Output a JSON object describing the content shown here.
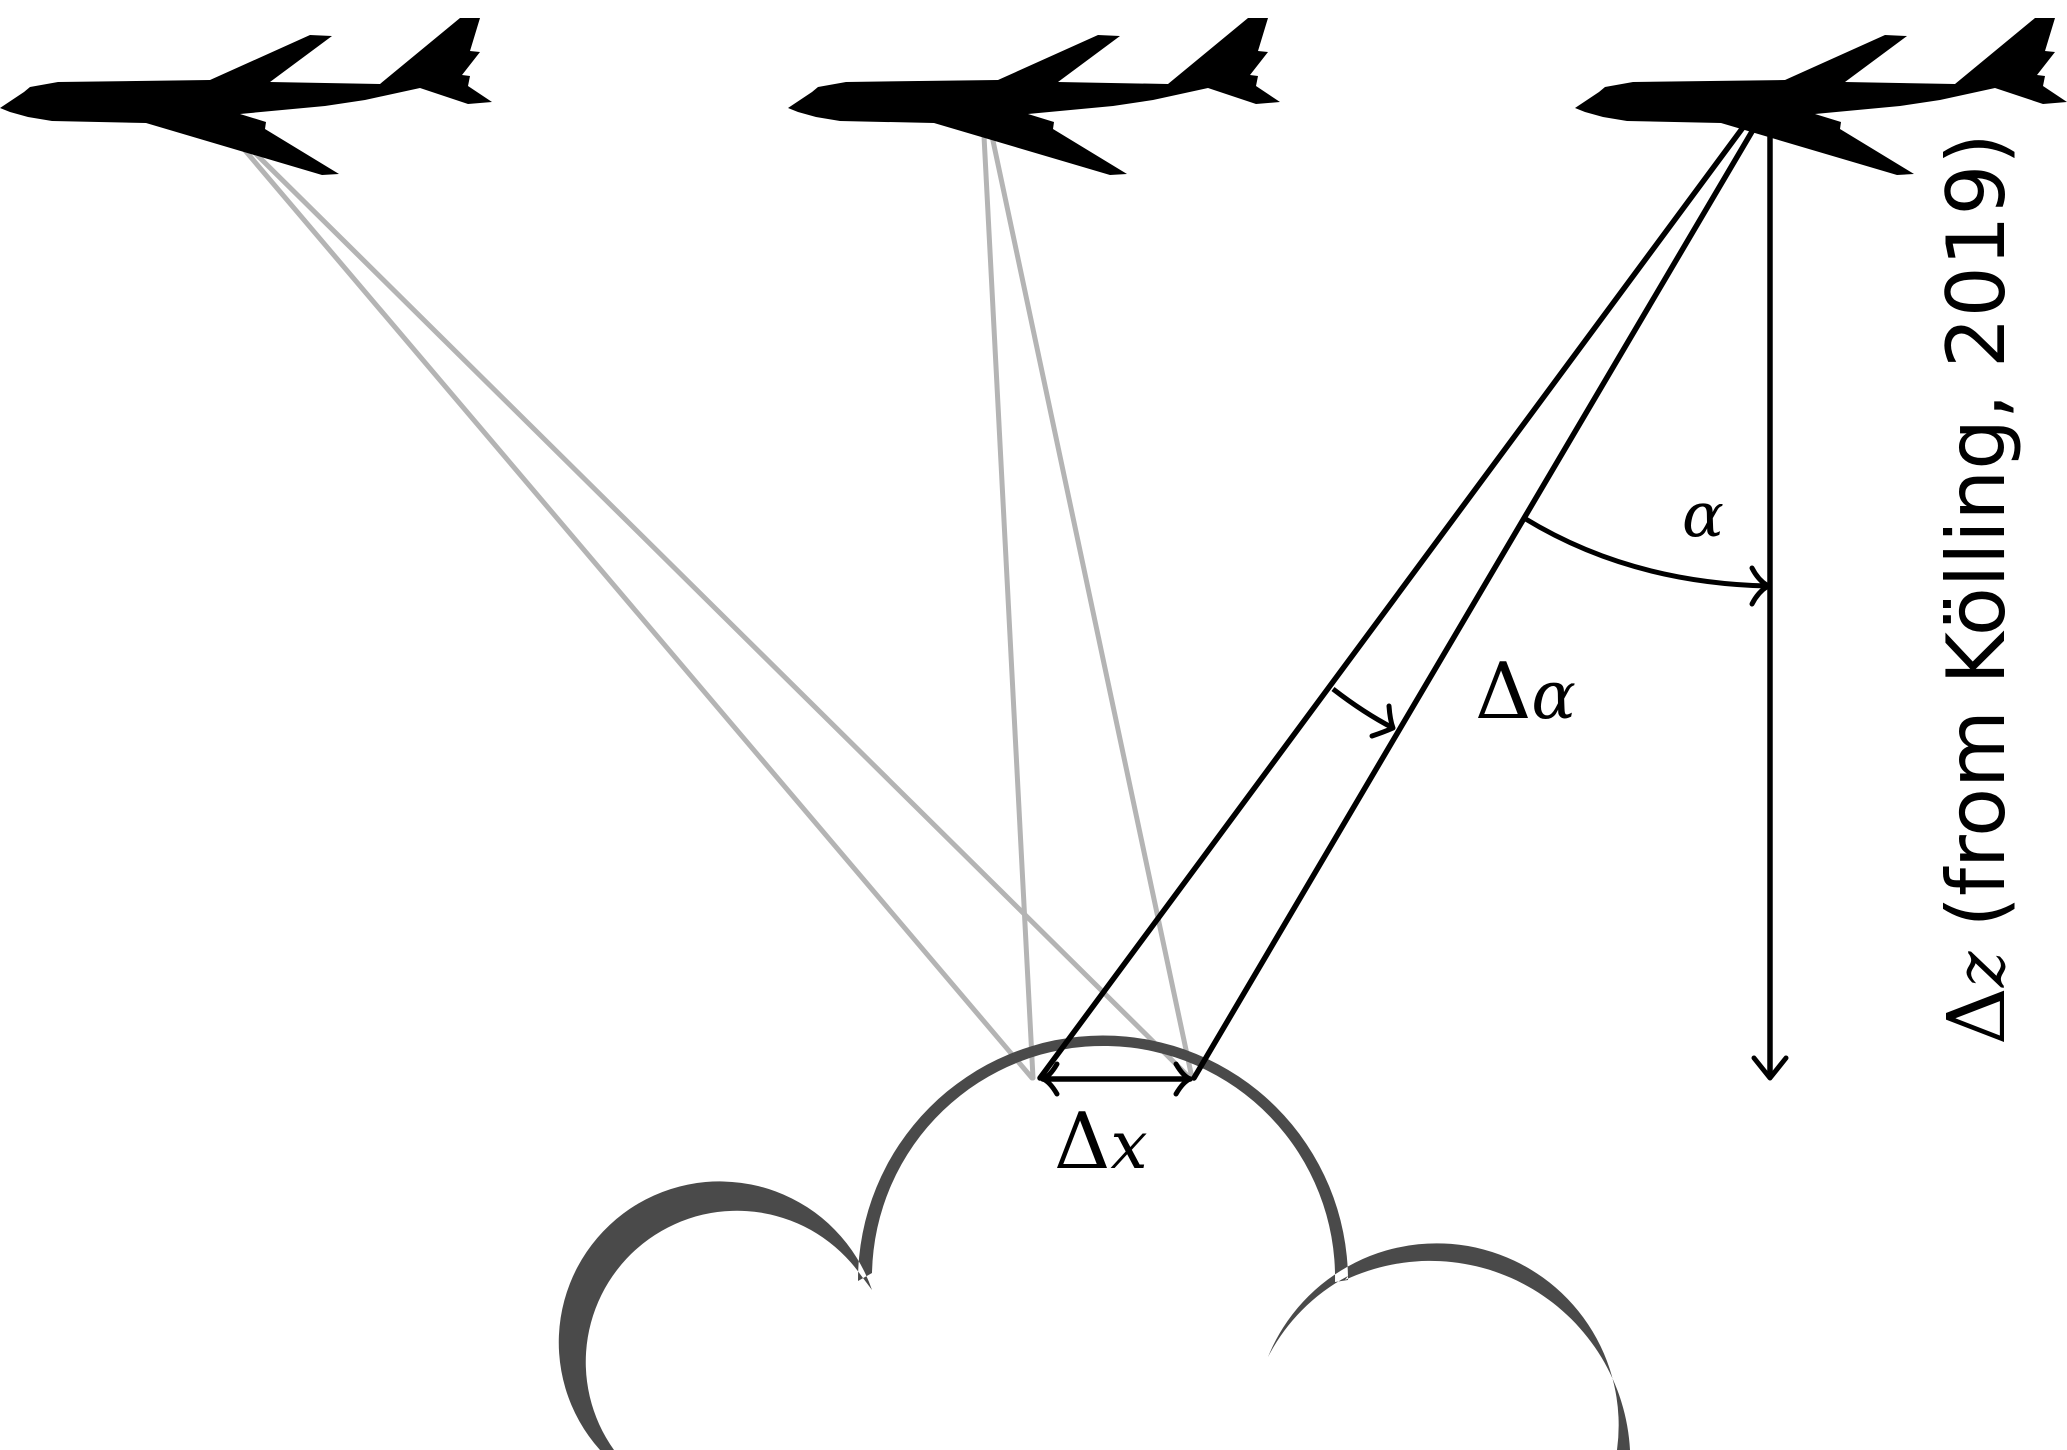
{
  "labels": {
    "alpha": "α",
    "delta_alpha_symbol": "Δ",
    "delta_alpha_var": "α",
    "delta_x_symbol": "Δ",
    "delta_x_var": "x",
    "delta_z_symbol": "Δ",
    "delta_z_var": "z",
    "delta_z_source": "(from Kölling, 2019)"
  },
  "icons": {
    "aircraft": "airplane-silhouette-icon",
    "cloud": "cloud-outline-icon"
  },
  "colors": {
    "line_of_sight_other": "#b4b4b4",
    "line_of_sight_main": "#000000",
    "cloud_outline": "#4a4a4a"
  }
}
